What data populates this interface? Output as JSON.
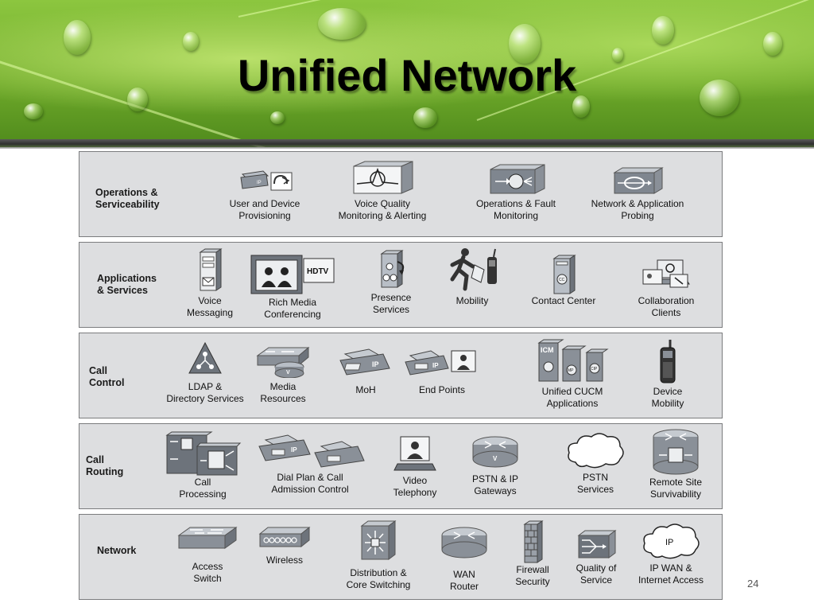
{
  "slide": {
    "title": "Unified Network",
    "page_number": "24"
  },
  "rows": [
    {
      "label": "Operations &\nServiceability",
      "items": [
        {
          "caption": "User and Device\nProvisioning",
          "icon": "ip-phone-headset-icon"
        },
        {
          "caption": "Voice Quality\nMonitoring & Alerting",
          "icon": "voice-quality-monitor-icon"
        },
        {
          "caption": "Operations & Fault\nMonitoring",
          "icon": "fault-monitor-icon"
        },
        {
          "caption": "Network & Application\nProbing",
          "icon": "network-probe-icon"
        }
      ]
    },
    {
      "label": "Applications\n& Services",
      "items": [
        {
          "caption": "Voice\nMessaging",
          "icon": "voice-messaging-server-icon"
        },
        {
          "caption": "Rich Media\nConferencing",
          "icon": "hdtv-conferencing-icon",
          "badge": "HDTV"
        },
        {
          "caption": "Presence\nServices",
          "icon": "presence-server-icon"
        },
        {
          "caption": "Mobility",
          "icon": "running-man-phone-icon"
        },
        {
          "caption": "Contact Center",
          "icon": "contact-center-server-icon"
        },
        {
          "caption": "Collaboration\nClients",
          "icon": "collaboration-clients-icon"
        }
      ]
    },
    {
      "label": "Call\nControl",
      "items": [
        {
          "caption": "LDAP &\nDirectory Services",
          "icon": "ldap-directory-icon"
        },
        {
          "caption": "Media\nResources",
          "icon": "media-resource-router-icon"
        },
        {
          "caption": "MoH",
          "icon": "ip-phone-icon",
          "badge": "IP"
        },
        {
          "caption": "End Points",
          "icon": "ip-phone-video-icon",
          "badge": "IP"
        },
        {
          "caption": "Unified CUCM\nApplications",
          "icon": "cucm-applications-icon",
          "badges": [
            "ICM",
            "MP",
            "CIP"
          ]
        },
        {
          "caption": "Device\nMobility",
          "icon": "mobile-phone-icon"
        }
      ]
    },
    {
      "label": "Call\nRouting",
      "items": [
        {
          "caption": "Call\nProcessing",
          "icon": "call-processing-servers-icon"
        },
        {
          "caption": "Dial Plan & Call\nAdmission Control",
          "icon": "dial-plan-phones-icon",
          "badge": "IP"
        },
        {
          "caption": "Video\nTelephony",
          "icon": "video-telephony-icon"
        },
        {
          "caption": "PSTN & IP\nGateways",
          "icon": "voice-gateway-router-icon"
        },
        {
          "caption": "PSTN\nServices",
          "icon": "pstn-cloud-icon"
        },
        {
          "caption": "Remote Site\nSurvivability",
          "icon": "remote-site-router-icon"
        }
      ]
    },
    {
      "label": "Network",
      "items": [
        {
          "caption": "Access\nSwitch",
          "icon": "access-switch-icon"
        },
        {
          "caption": "Wireless",
          "icon": "wireless-ap-icon"
        },
        {
          "caption": "Distribution &\nCore Switching",
          "icon": "core-switch-icon"
        },
        {
          "caption": "WAN\nRouter",
          "icon": "wan-router-icon"
        },
        {
          "caption": "Firewall\nSecurity",
          "icon": "firewall-icon"
        },
        {
          "caption": "Quality of\nService",
          "icon": "qos-icon"
        },
        {
          "caption": "IP WAN &\nInternet Access",
          "icon": "ip-cloud-icon",
          "badge": "IP"
        }
      ]
    }
  ]
}
